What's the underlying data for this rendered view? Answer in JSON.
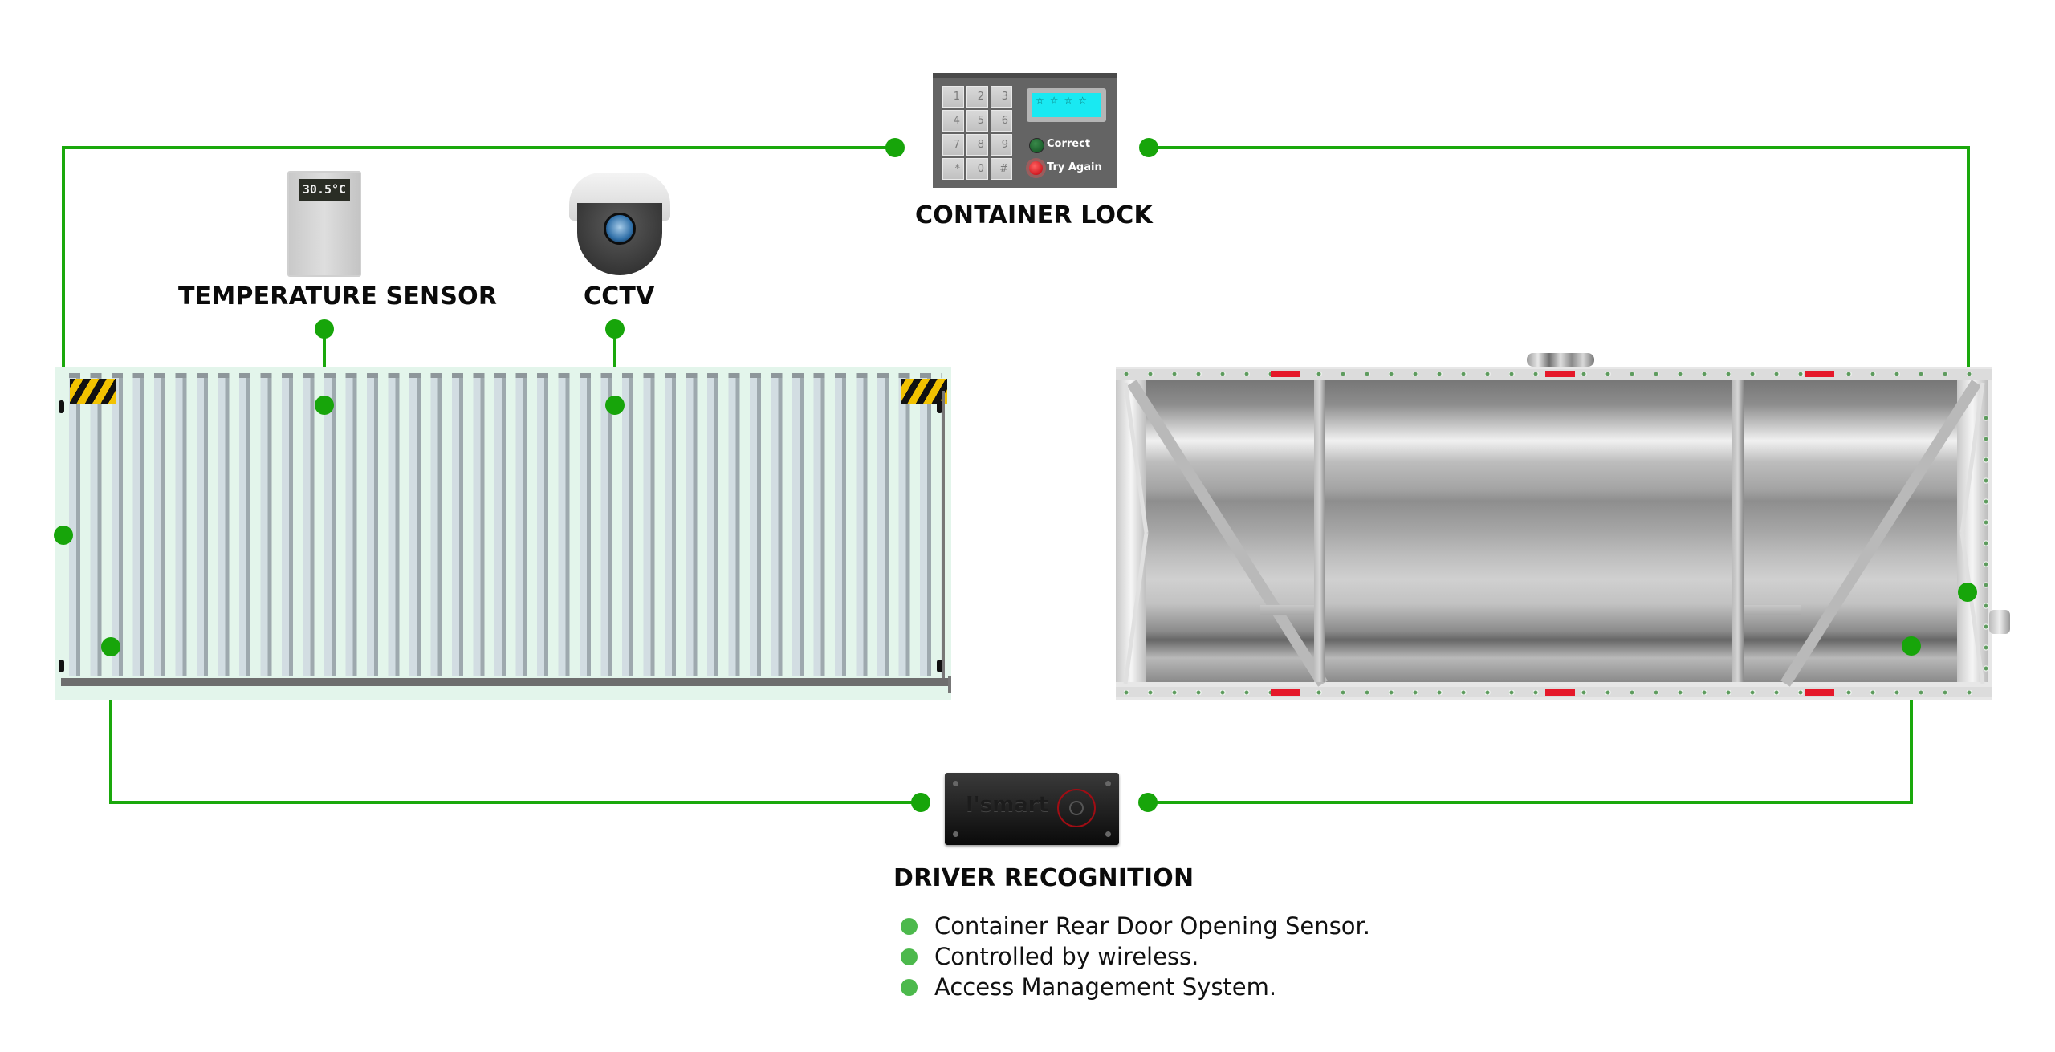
{
  "diagram": {
    "accent_color": "#1aa80c",
    "bullet_color": "#4cb94c",
    "nodes": {
      "container_lock": {
        "label": "CONTAINER LOCK",
        "keypad_keys": [
          "1",
          "2",
          "3",
          "4",
          "5",
          "6",
          "7",
          "8",
          "9",
          "*",
          "0",
          "#"
        ],
        "screen_text": "☆☆☆☆",
        "status_correct": "Correct",
        "status_try_again": "Try Again"
      },
      "temperature_sensor": {
        "label": "TEMPERATURE SENSOR",
        "reading": "30.5°C"
      },
      "cctv": {
        "label": "CCTV"
      },
      "driver_recognition": {
        "label": "DRIVER RECOGNITION",
        "device_brand": "I'smart",
        "features": [
          "Container Rear Door Opening Sensor.",
          "Controlled by wireless.",
          "Access Management System."
        ]
      }
    },
    "vehicles": [
      "shipping-container",
      "tank-container"
    ]
  }
}
